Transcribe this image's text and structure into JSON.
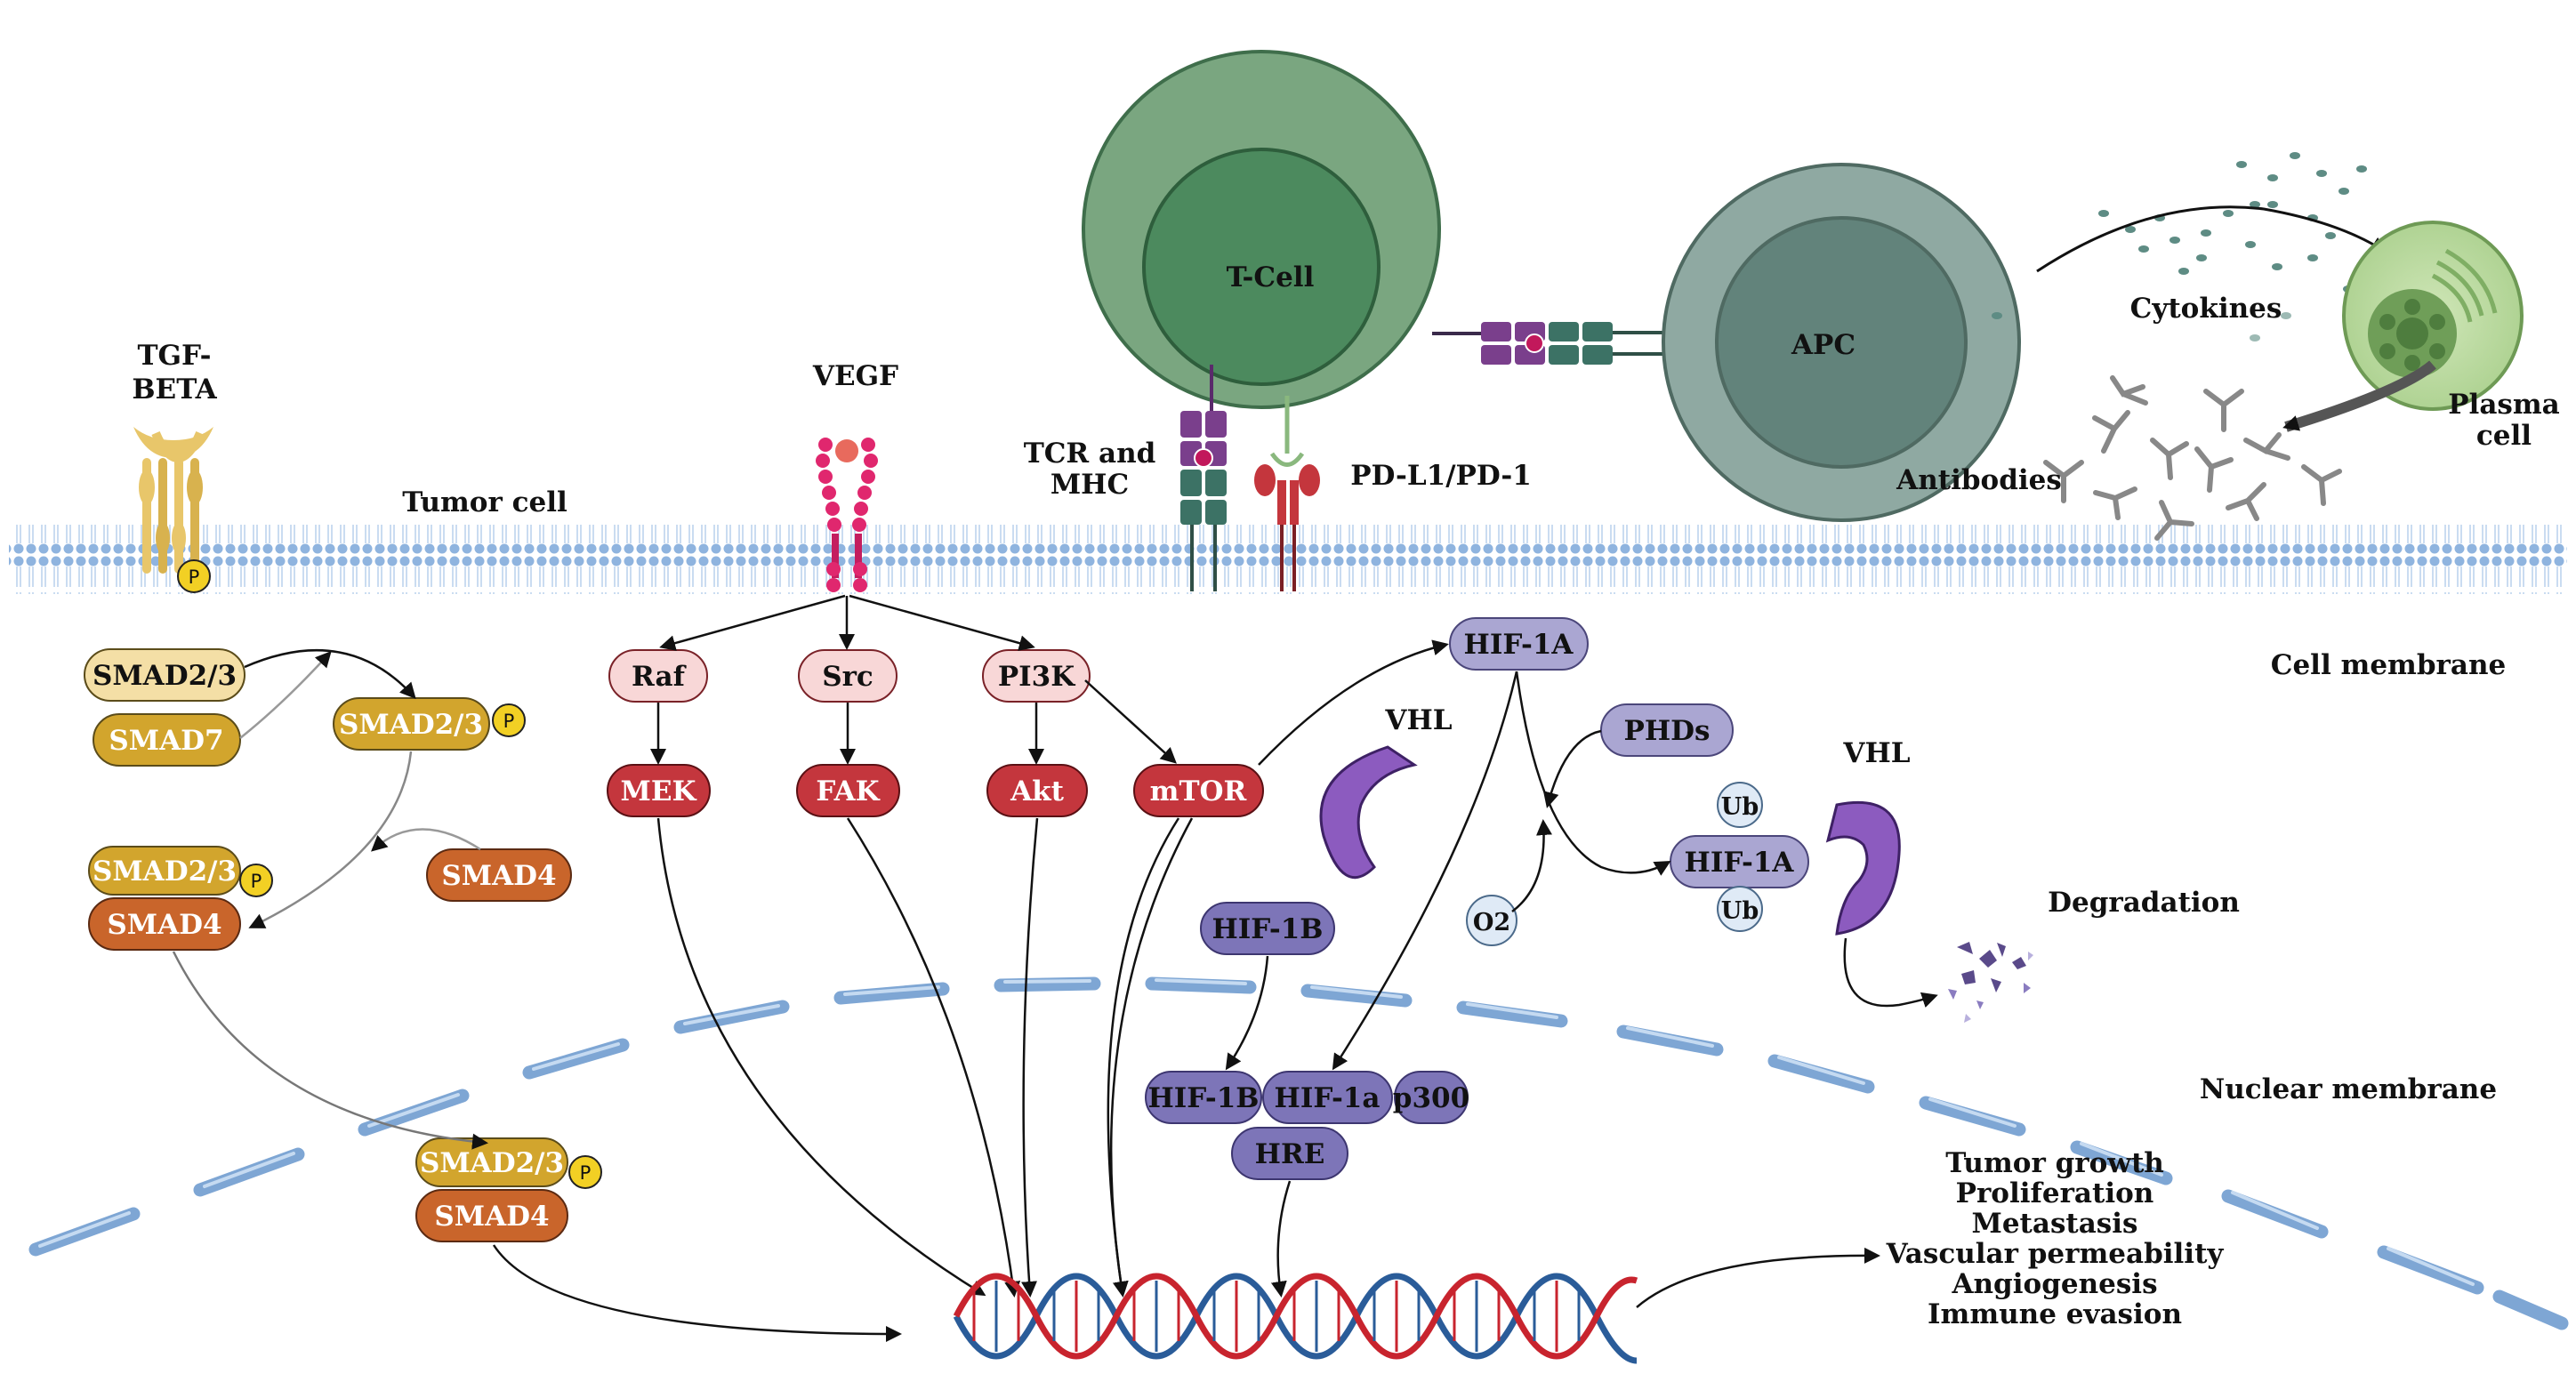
{
  "labels": {
    "tgf_beta_line1": "TGF-",
    "tgf_beta_line2": "BETA",
    "tumor_cell": "Tumor cell",
    "vegf": "VEGF",
    "tcr_mhc_line1": "TCR and",
    "tcr_mhc_line2": "MHC",
    "pdl1_pd1": "PD-L1/PD-1",
    "t_cell": "T-Cell",
    "apc": "APC",
    "cytokines": "Cytokines",
    "plasma_cell_line1": "Plasma",
    "plasma_cell_line2": "cell",
    "antibodies": "Antibodies",
    "cell_membrane": "Cell membrane",
    "nuclear_membrane": "Nuclear membrane",
    "degradation": "Degradation",
    "phospho": "P"
  },
  "smad": {
    "smad23_a": "SMAD2/3",
    "smad7": "SMAD7",
    "smad23_b": "SMAD2/3",
    "smad4_free": "SMAD4",
    "smad23_c": "SMAD2/3",
    "smad4_c": "SMAD4",
    "smad23_d": "SMAD2/3",
    "smad4_d": "SMAD4"
  },
  "vegf_pathway": {
    "raf": "Raf",
    "src": "Src",
    "pi3k": "PI3K",
    "mek": "MEK",
    "fak": "FAK",
    "akt": "Akt",
    "mtor": "mTOR"
  },
  "hif_pathway": {
    "hif1a_top": "HIF-1A",
    "vhl_left": "VHL",
    "phds": "PHDs",
    "ub_top": "Ub",
    "hif1a_ub": "HIF-1A",
    "ub_bottom": "Ub",
    "vhl_right": "VHL",
    "o2": "O2",
    "hif1b": "HIF-1B",
    "complex_hif1b": "HIF-1B",
    "complex_hif1a": "HIF-1a",
    "complex_p300": "p300",
    "hre": "HRE"
  },
  "outcomes": [
    "Tumor growth",
    "Proliferation",
    "Metastasis",
    "Vascular permeability",
    "Angiogenesis",
    "Immune evasion"
  ],
  "colors": {
    "membrane": "#9ec1e6",
    "smad_yellow": "#d2a52d",
    "smad_orange": "#c9652b",
    "kinase_light": "#f8d7d7",
    "kinase_red": "#c4363d",
    "hif_lavender": "#aaa6d2",
    "hif_dark": "#7d75b8",
    "tcell": "#7aa680",
    "apc": "#8fa9a2",
    "vhl": "#8c5bbf",
    "dna_red": "#c8242e",
    "dna_blue": "#2a5c99"
  }
}
